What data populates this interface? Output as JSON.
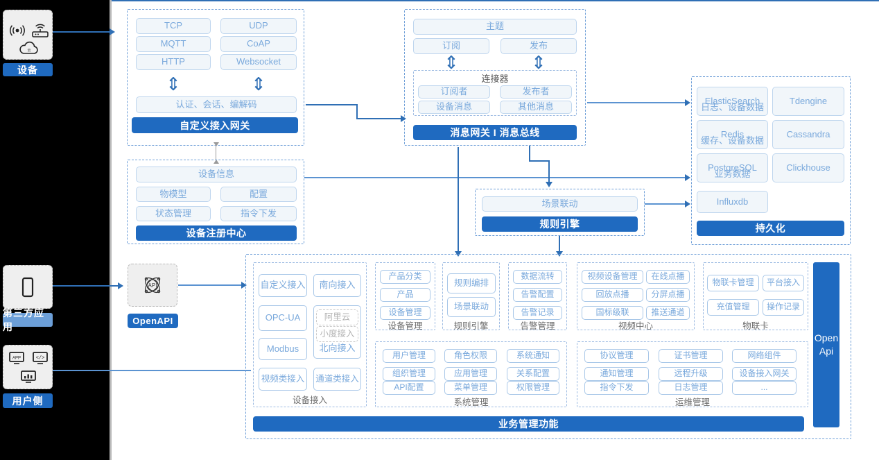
{
  "left_panel": {
    "device": {
      "label": "设备",
      "icons": [
        "signal-wave-icon",
        "router-icon",
        "cloud-icon"
      ]
    },
    "third_party": {
      "label": "第三方应用",
      "icons": [
        "mobile-phone-icon"
      ]
    },
    "user_side": {
      "label": "用户侧",
      "icons": [
        "app-monitor-icon",
        "code-monitor-icon",
        "chart-monitor-icon"
      ]
    }
  },
  "gateway": {
    "protocols": [
      "TCP",
      "UDP",
      "MQTT",
      "CoAP",
      "HTTP",
      "Websocket"
    ],
    "middle": "认证、会话、编解码",
    "title": "自定义接入网关"
  },
  "message": {
    "topic": "主题",
    "subscribe": "订阅",
    "publish": "发布",
    "connector_title": "连接器",
    "connector_items": [
      "订阅者",
      "发布者",
      "设备消息",
      "其他消息"
    ],
    "title": "消息网关 I 消息总线"
  },
  "registry": {
    "info": "设备信息",
    "items": [
      "物模型",
      "配置",
      "状态管理",
      "指令下发"
    ],
    "title": "设备注册中心"
  },
  "rule": {
    "scene": "场景联动",
    "title": "规则引擎"
  },
  "persistence": {
    "stores": [
      {
        "name": "ElasticSearch",
        "desc": "日志、设备数据"
      },
      {
        "name": "Tdengine",
        "desc": ""
      },
      {
        "name": "Redis",
        "desc": "缓存、设备数据"
      },
      {
        "name": "Cassandra",
        "desc": ""
      },
      {
        "name": "PostgreSQL",
        "desc": "业务数据"
      },
      {
        "name": "Clickhouse",
        "desc": ""
      },
      {
        "name": "Influxdb",
        "desc": ""
      }
    ],
    "title": "持久化"
  },
  "openapi": {
    "label": "OpenAPI",
    "icon": "api-atom-icon"
  },
  "business": {
    "title": "业务管理功能",
    "open_api_bar": "Open\nApi",
    "groups": [
      {
        "label": "设备接入",
        "items": [
          "自定义接入",
          "南向接入",
          "OPC-UA",
          "阿里云",
          "小度接入",
          "北向接入",
          "Modbus",
          "视频类接入",
          "通道类接入"
        ]
      },
      {
        "label": "设备管理",
        "items": [
          "产品分类",
          "产品",
          "设备管理"
        ]
      },
      {
        "label": "规则引擎",
        "items": [
          "规则编排",
          "场景联动"
        ]
      },
      {
        "label": "告警管理",
        "items": [
          "数据流转",
          "告警配置",
          "告警记录"
        ]
      },
      {
        "label": "视频中心",
        "items": [
          "视频设备管理",
          "在线点播",
          "回放点播",
          "分屏点播",
          "国标级联",
          "推送通道"
        ]
      },
      {
        "label": "物联卡",
        "items": [
          "物联卡管理",
          "平台接入",
          "充值管理",
          "操作记录"
        ]
      },
      {
        "label": "系统管理",
        "items": [
          "用户管理",
          "角色权限",
          "系统通知",
          "组织管理",
          "应用管理",
          "关系配置",
          "API配置",
          "菜单管理",
          "权限管理"
        ]
      },
      {
        "label": "运维管理",
        "items": [
          "协议管理",
          "证书管理",
          "网络组件",
          "通知管理",
          "远程升级",
          "设备接入网关",
          "指令下发",
          "日志管理",
          "..."
        ]
      }
    ]
  },
  "colors": {
    "brand_blue": "#1f6ac0",
    "line_blue": "#2f6fb5",
    "light_box_fill": "#f1f6fa",
    "light_box_border": "#bfd6ee",
    "light_text": "#7aa9dc"
  }
}
